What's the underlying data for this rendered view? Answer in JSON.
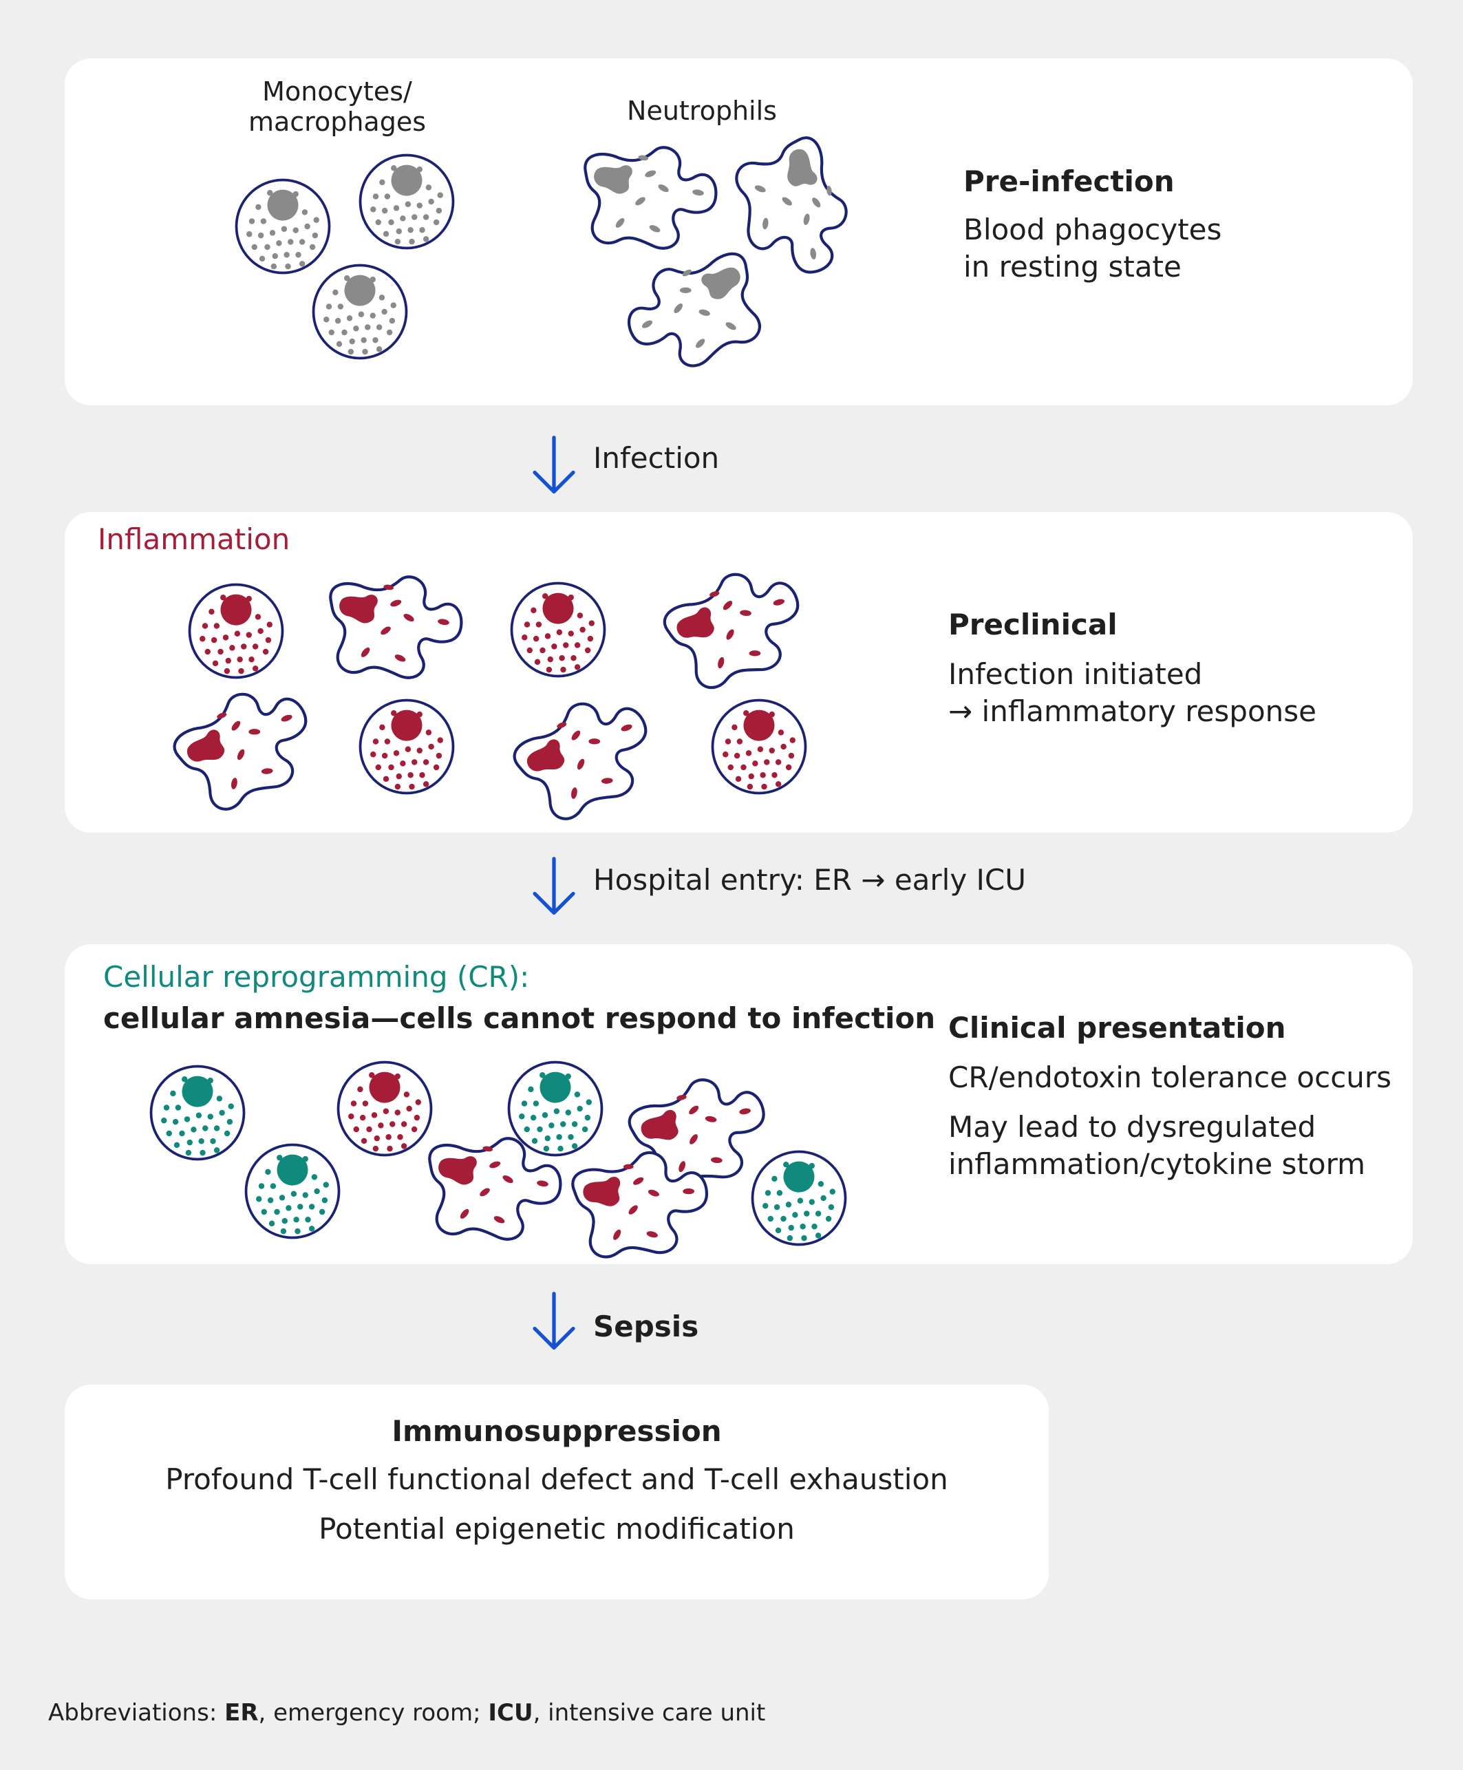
{
  "colors": {
    "background": "#efefef",
    "panel": "#ffffff",
    "cell_outline": "#1b2272",
    "resting_gray": "#8a8a8a",
    "inflamed_red": "#a51d36",
    "reprogrammed_teal": "#0f8a7d",
    "arrow_blue": "#1452d1"
  },
  "panel1": {
    "label_monocytes": "Monocytes/\nmacrophages",
    "label_neutrophils": "Neutrophils",
    "title": "Pre-infection",
    "text_line1": "Blood phagocytes",
    "text_line2": "in resting state"
  },
  "step1": {
    "label": "Infection"
  },
  "panel2": {
    "heading": "Inflammation",
    "title": "Preclinical",
    "text_line1": "Infection initiated",
    "text_line2": "→  inflammatory response"
  },
  "step2": {
    "label": "Hospital entry: ER → early ICU"
  },
  "panel3": {
    "heading": "Cellular reprogramming (CR):",
    "subheading": "cellular amnesia—cells cannot respond to infection",
    "title": "Clinical presentation",
    "text_line1": "CR/endotoxin tolerance occurs",
    "text_line2": "May lead to dysregulated",
    "text_line3": "inflammation/cytokine storm"
  },
  "step3": {
    "label": "Sepsis"
  },
  "panel4": {
    "title": "Immunosuppression",
    "line1": "Profound T-cell functional defect and T-cell exhaustion",
    "line2": "Potential epigenetic modification"
  },
  "footer": {
    "prefix": "Abbreviations: ",
    "abbr1": "ER",
    "def1": ", emergency room; ",
    "abbr2": "ICU",
    "def2": ", intensive care unit"
  },
  "icons": {
    "monocyte": "monocyte-icon",
    "neutrophil": "neutrophil-icon",
    "arrow": "down-arrow-icon"
  }
}
